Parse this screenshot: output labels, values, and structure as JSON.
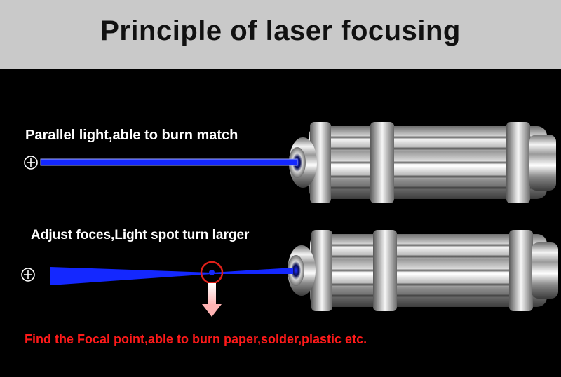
{
  "title": "Principle of laser focusing",
  "captions": {
    "parallel": "Parallel light,able to burn match",
    "adjust": "Adjust foces,Light spot turn larger",
    "focal": "Find the Focal point,able to burn paper,solder,plastic etc."
  },
  "icons": {
    "crosshair_top": "crosshair-plus-icon",
    "crosshair_bottom": "crosshair-plus-icon",
    "arrow": "down-arrow-icon",
    "focal_circle": "focal-point-circle-icon"
  },
  "colors": {
    "header_bg": "#c9c9c9",
    "background": "#000000",
    "beam": "#1428ff",
    "focal_text": "#ff1a1a",
    "focal_circle": "#e0201a"
  }
}
